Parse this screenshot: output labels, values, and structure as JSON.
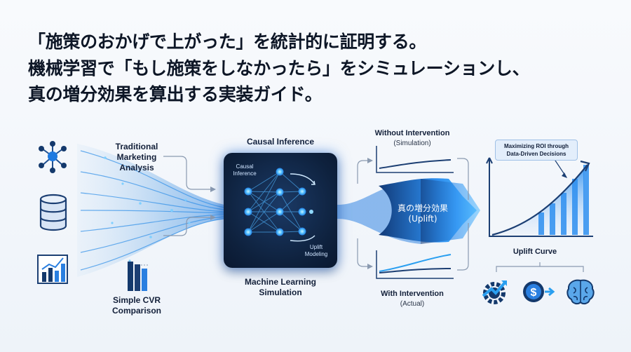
{
  "title": {
    "line1": "「施策のおかげで上がった」を統計的に証明する。",
    "line2": "機械学習で「もし施策をしなかったら」をシミュレーションし、",
    "line3": "真の増分効果を算出する実装ガイド。"
  },
  "left": {
    "traditional": [
      "Traditional",
      "Marketing",
      "Analysis"
    ],
    "simple_cvr": [
      "Simple CVR",
      "Comparison"
    ]
  },
  "center": {
    "causal_inference": "Causal Inference",
    "box_causal": [
      "Causal",
      "Inference"
    ],
    "box_uplift": [
      "Uplift",
      "Modeling"
    ],
    "ml_simulation": [
      "Machine Learning",
      "Simulation"
    ]
  },
  "flow": {
    "result": "真の増分効果",
    "result_sub": "(Uplift)"
  },
  "right": {
    "without": "Without Intervention",
    "without_sub": "(Simulation)",
    "with": "With Intervention",
    "with_sub": "(Actual)",
    "callout": [
      "Maximizing ROI through",
      "Data-Driven Decisions"
    ],
    "uplift_curve": "Uplift Curve"
  },
  "colors": {
    "accent": "#1f7ae0",
    "glow": "#59c3ff",
    "navy": "#0e213d",
    "text": "#0d1626"
  },
  "icons": [
    "network-icon",
    "database-icon",
    "bar-chart-icon",
    "gear-growth-icon",
    "dollar-cycle-icon",
    "brain-icon"
  ]
}
